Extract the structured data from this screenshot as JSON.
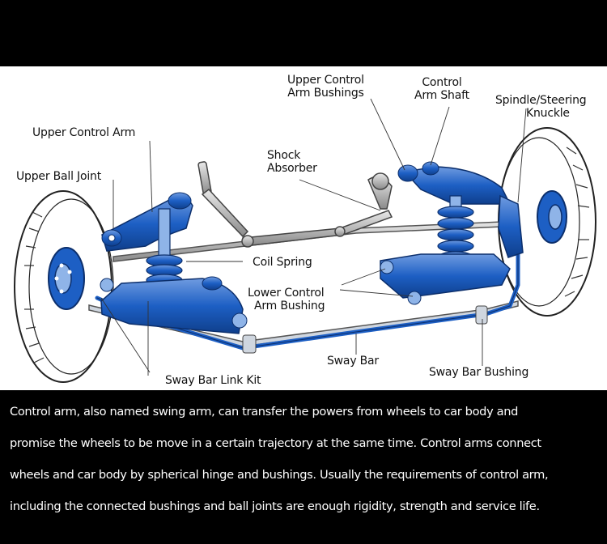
{
  "diagram": {
    "labels": {
      "upper_control_arm_bushings": [
        "Upper Control",
        "Arm Bushings"
      ],
      "control_arm_shaft": [
        "Control",
        "Arm Shaft"
      ],
      "spindle_steering_knuckle": [
        "Spindle/Steering",
        "Knuckle"
      ],
      "upper_control_arm": "Upper Control Arm",
      "shock_absorber": [
        "Shock",
        "Absorber"
      ],
      "upper_ball_joint": "Upper Ball Joint",
      "coil_spring": "Coil Spring",
      "lower_control_arm_bushing": [
        "Lower Control",
        "Arm Bushing"
      ],
      "sway_bar": "Sway Bar",
      "sway_bar_bushing": "Sway Bar Bushing",
      "sway_bar_link_kit": "Sway Bar Link Kit"
    },
    "colors": {
      "part_blue": "#1d5fc4",
      "part_light_blue": "#8fb4e8",
      "metal_gray": "#9a9a9a",
      "tire_outline": "#222222"
    }
  },
  "caption": {
    "lines": [
      " Control arm, also named swing arm, can transfer the powers from wheels to car body and",
      "promise the wheels to be move in a certain trajectory at the same time. Control arms connect",
      "wheels and car body by spherical hinge and bushings. Usually the requirements of control arm,",
      "including the connected bushings and ball joints are enough rigidity, strength and service life."
    ]
  }
}
